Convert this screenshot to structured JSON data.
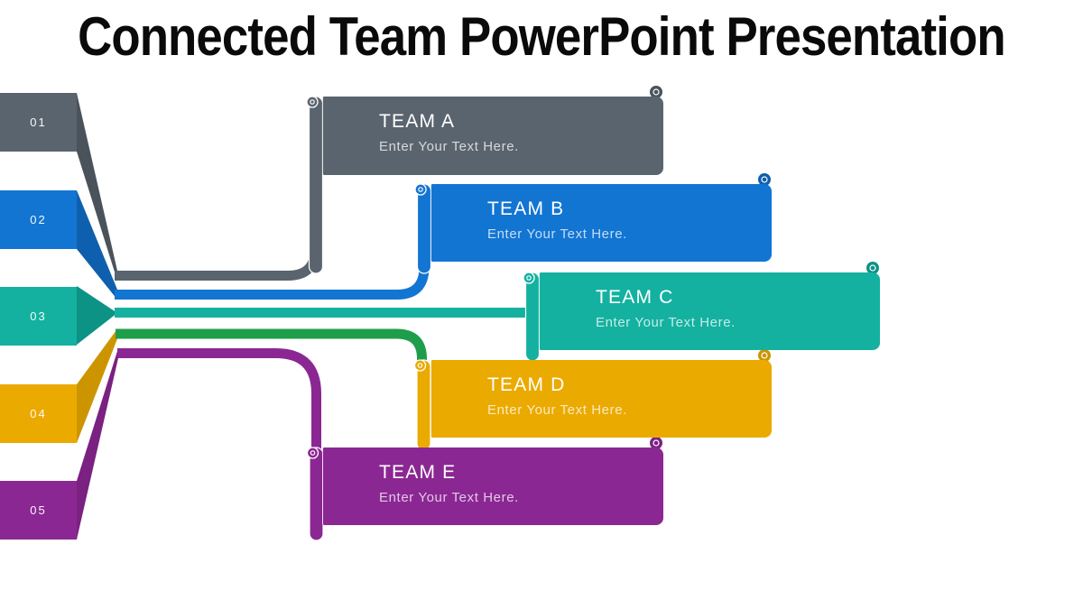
{
  "title": "Connected Team PowerPoint Presentation",
  "tabs": [
    {
      "number": "01",
      "color": "#5A646E",
      "band_color": "#4A535C"
    },
    {
      "number": "02",
      "color": "#1275D2",
      "band_color": "#0E60AE"
    },
    {
      "number": "03",
      "color": "#14B1A0",
      "band_color": "#0D9286"
    },
    {
      "number": "04",
      "color": "#EBAA00",
      "band_color": "#CC9500"
    },
    {
      "number": "05",
      "color": "#8B2793",
      "band_color": "#7A2181"
    }
  ],
  "teams": [
    {
      "label": "TEAM A",
      "subtitle": "Enter Your Text Here.",
      "box_color": "#5A646E",
      "connector_color": "#5A646E",
      "curl_color": "#4A535C"
    },
    {
      "label": "TEAM B",
      "subtitle": "Enter Your Text Here.",
      "box_color": "#1275D2",
      "connector_color": "#1275D2",
      "curl_color": "#0E60AE"
    },
    {
      "label": "TEAM C",
      "subtitle": "Enter Your Text Here.",
      "box_color": "#14B1A0",
      "connector_color": "#14B1A0",
      "curl_color": "#0D9286"
    },
    {
      "label": "TEAM D",
      "subtitle": "Enter Your Text Here.",
      "box_color": "#EBAA00",
      "connector_color": "#1E9E4B",
      "curl_color": "#CC9500"
    },
    {
      "label": "TEAM E",
      "subtitle": "Enter Your Text Here.",
      "box_color": "#8B2793",
      "connector_color": "#8B2793",
      "curl_color": "#7A2181"
    }
  ]
}
